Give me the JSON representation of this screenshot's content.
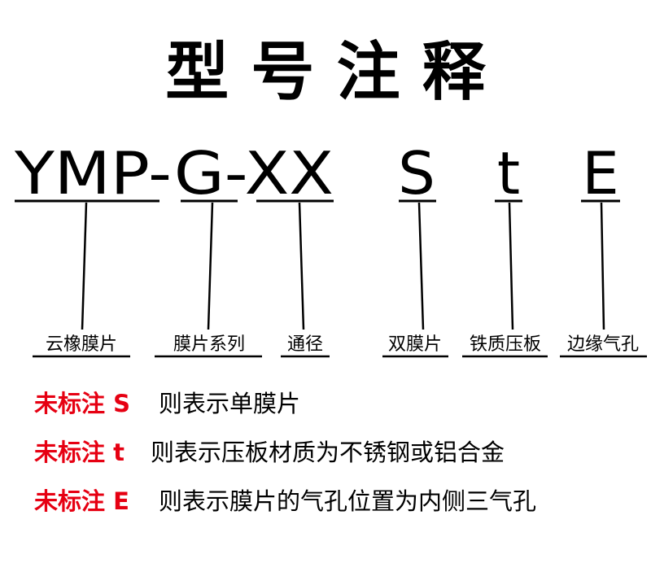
{
  "title": "型 号 注 释",
  "code": {
    "prefix": "YMP-G-XX",
    "s": "S",
    "t": "t",
    "e": "E"
  },
  "labels": [
    "云橡膜片",
    "膜片系列",
    "通径",
    "双膜片",
    "铁质压板",
    "边缘气孔"
  ],
  "notes": [
    {
      "marker": "未标注 S",
      "text": "则表示单膜片"
    },
    {
      "marker": "未标注 t",
      "text": "则表示压板材质为不锈钢或铝合金"
    },
    {
      "marker": "未标注 E",
      "text": "则表示膜片的气孔位置为内侧三气孔"
    }
  ],
  "colors": {
    "note_marker": "#e60012",
    "text": "#000000"
  }
}
